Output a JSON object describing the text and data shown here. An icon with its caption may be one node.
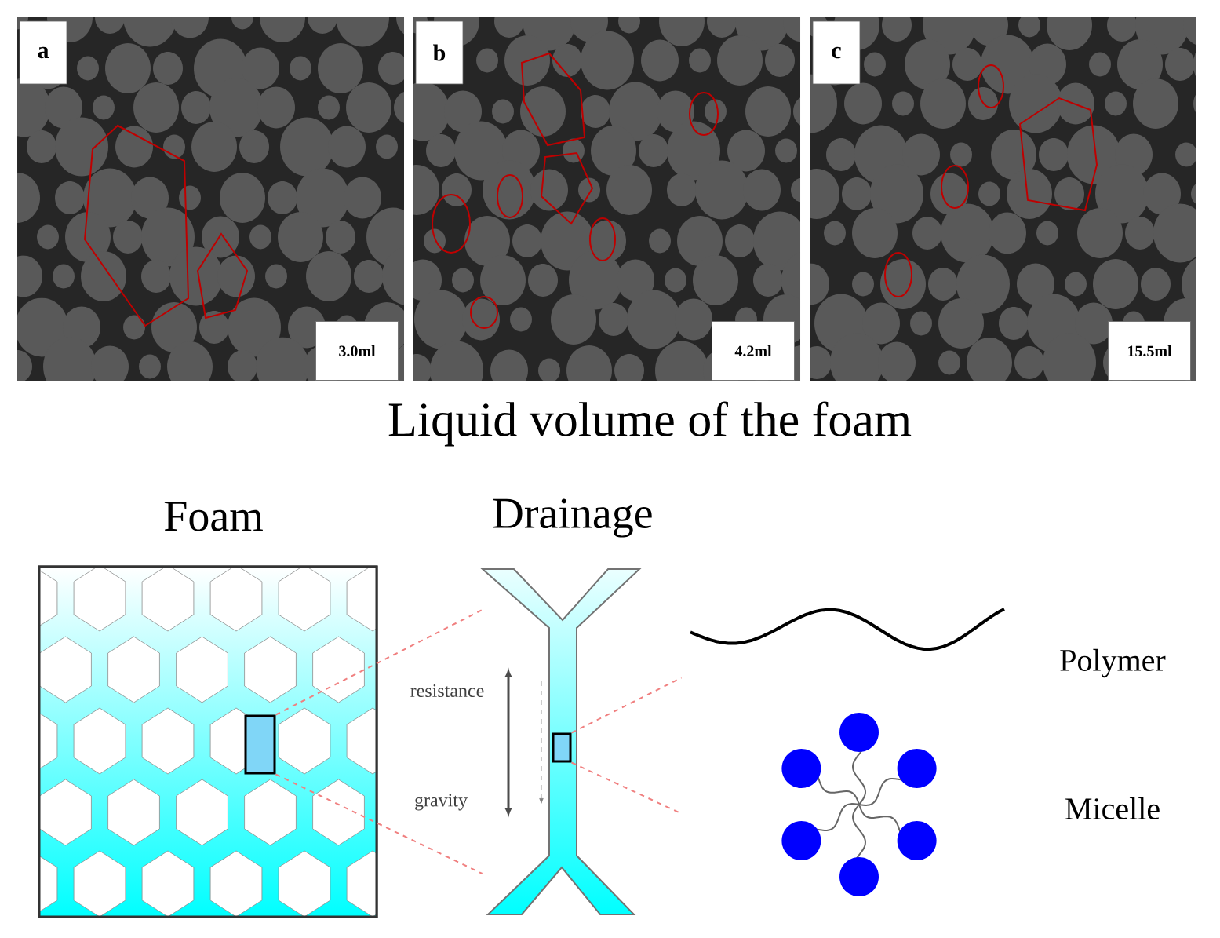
{
  "diagram": {
    "nodes": [
      {
        "text": [
          "a",
          "3.0ml"
        ]
      },
      {
        "text": [
          "b",
          "4.2ml"
        ]
      },
      {
        "text": [
          "c",
          "15.5ml"
        ]
      },
      {
        "text": [
          "Foam"
        ]
      },
      {
        "text": [],
        "shape": "box",
        "in": 3
      },
      {
        "text": [
          "Drainage"
        ]
      },
      {
        "text": [],
        "shape": "box",
        "in": 5
      }
    ],
    "edges": [
      {
        "from": 4,
        "to": 5,
        "arrow": "none",
        "style": "dashed",
        "color": "#f08080"
      },
      {
        "from": 4,
        "to": 5,
        "arrow": "none",
        "style": "dashed",
        "color": "#f08080"
      },
      {
        "from": 6,
        "to": null,
        "arrow": "none",
        "style": "dashed",
        "color": "#f08080"
      },
      {
        "from": 6,
        "to": null,
        "arrow": "none",
        "style": "dashed",
        "color": "#f08080"
      }
    ],
    "labels": [
      "Liquid volume of the foam",
      "resistance",
      "gravity",
      "Polymer",
      "Micelle"
    ]
  }
}
